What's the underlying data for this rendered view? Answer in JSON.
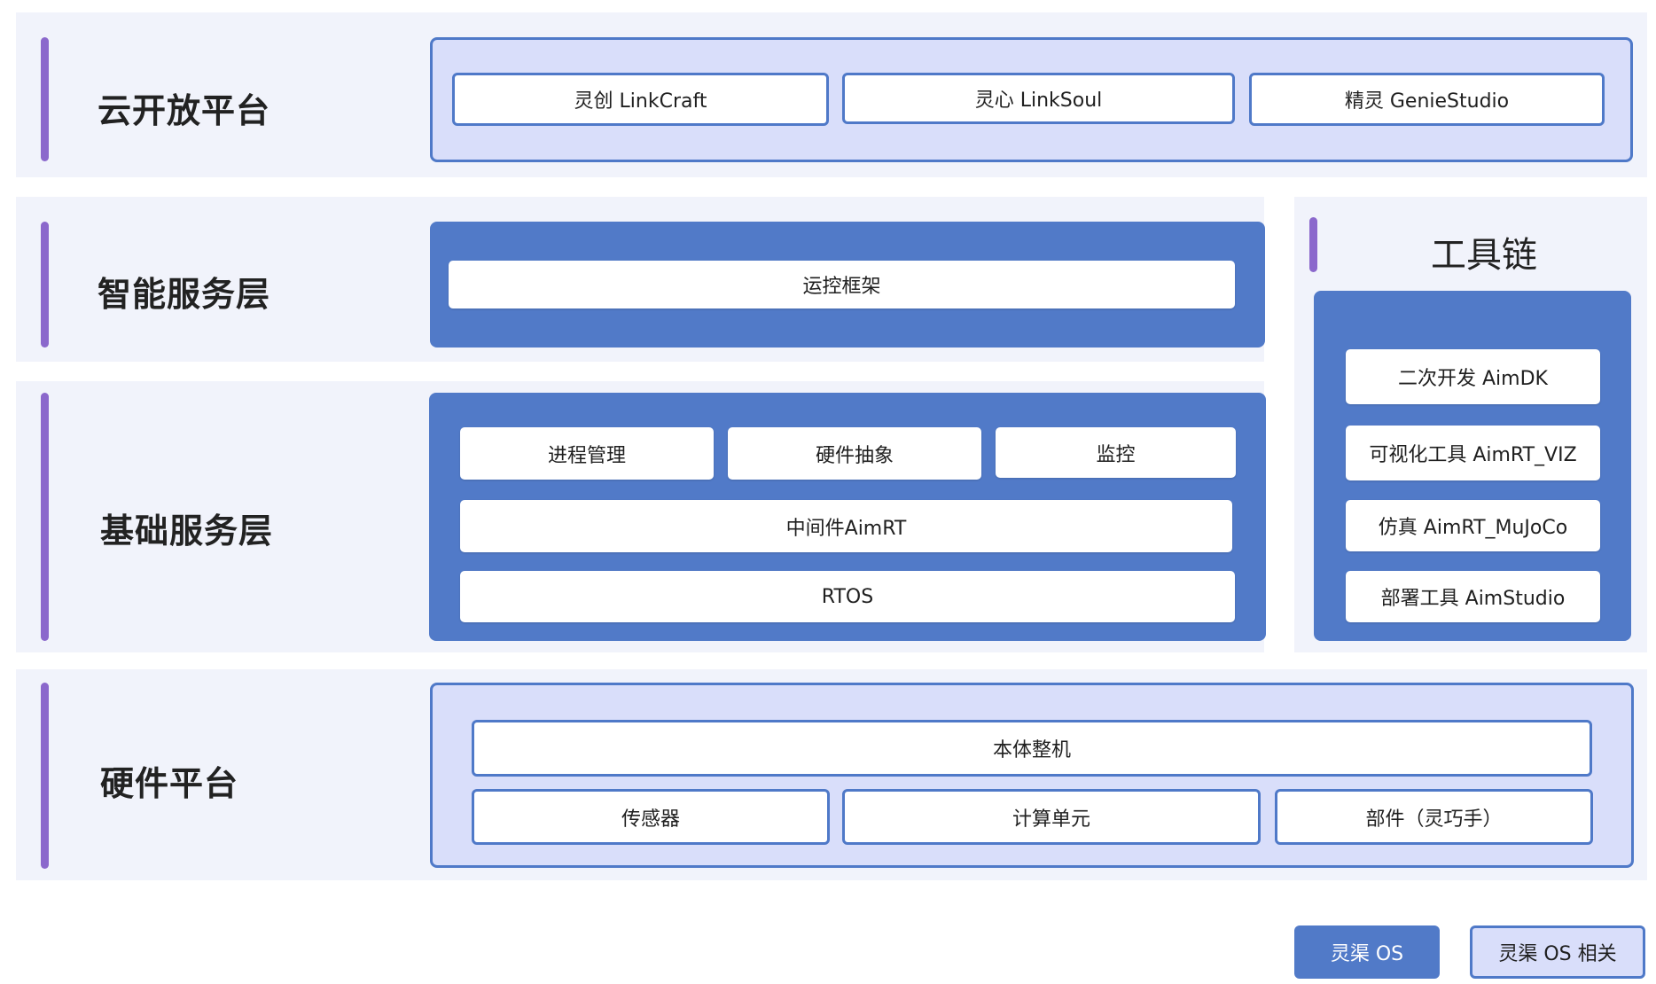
{
  "layers": {
    "cloud": {
      "title": "云开放平台",
      "items": [
        "灵创 LinkCraft",
        "灵心 LinkSoul",
        "精灵 GenieStudio"
      ]
    },
    "intelligent": {
      "title": "智能服务层",
      "items": [
        "运控框架"
      ]
    },
    "base": {
      "title": "基础服务层",
      "row1": [
        "进程管理",
        "硬件抽象",
        "监控"
      ],
      "middleware": "中间件AimRT",
      "rtos": "RTOS"
    },
    "hardware": {
      "title": "硬件平台",
      "body": "本体整机",
      "row2": [
        "传感器",
        "计算单元",
        "部件（灵巧手）"
      ]
    }
  },
  "toolchain": {
    "title": "工具链",
    "items": [
      "二次开发 AimDK",
      "可视化工具 AimRT_VIZ",
      "仿真 AimRT_MuJoCo",
      "部署工具 AimStudio"
    ]
  },
  "legend": {
    "os": "灵渠 OS",
    "os_related": "灵渠 OS 相关"
  },
  "colors": {
    "accent": "#8b68cc",
    "os_blue": "#517ac8",
    "os_related_fill": "#d9defa",
    "band": "#f1f3fb"
  }
}
